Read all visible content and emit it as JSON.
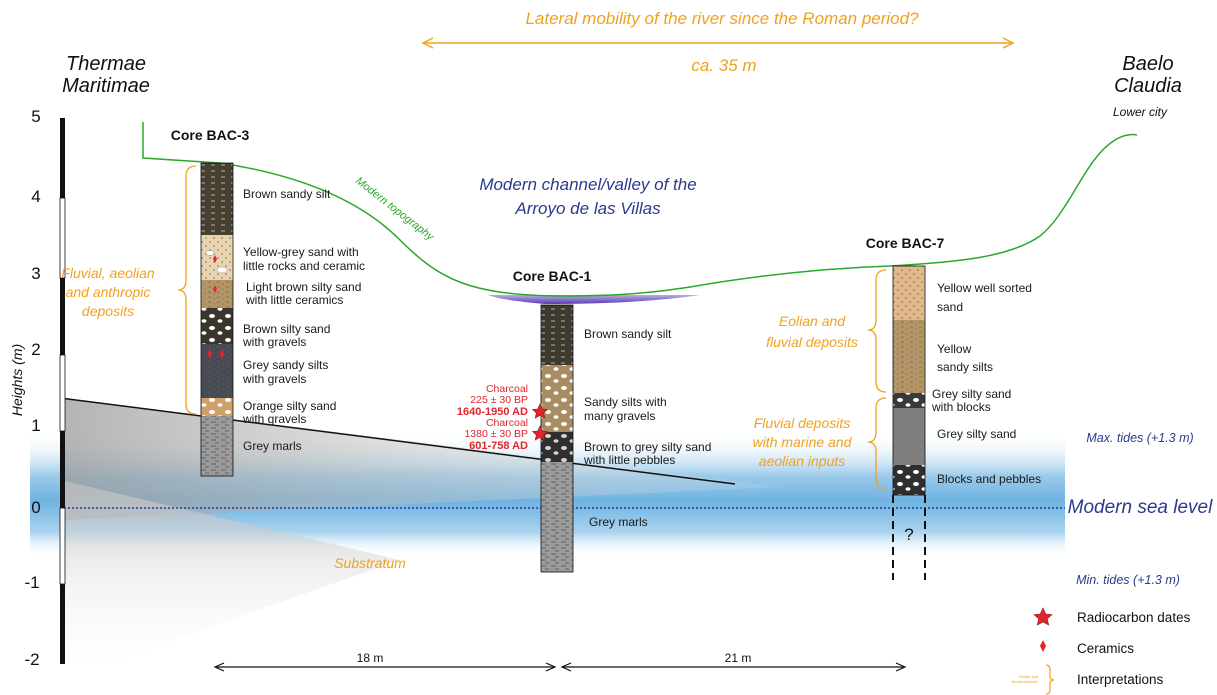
{
  "titles": {
    "lateral": "Lateral mobility of the river since the Roman period?",
    "lateral_dist": "ca. 35 m",
    "left_site": [
      "Thermae",
      "Maritimae"
    ],
    "right_site": [
      "Baelo",
      "Claudia"
    ],
    "right_sub": "Lower city",
    "channel": [
      "Modern channel/valley of the",
      "Arroyo de las Villas"
    ],
    "topography": "Modern topography",
    "substratum": "Substratum"
  },
  "axis": {
    "label": "Heights (m)",
    "ticks": [
      "5",
      "4",
      "3",
      "2",
      "1",
      "0",
      "-1",
      "-2"
    ]
  },
  "sea": {
    "modern": "Modern sea level",
    "max": "Max. tides (+1.3 m)",
    "min": "Min. tides (+1.3 m)"
  },
  "cores": {
    "bac3": {
      "title": "Core BAC-3",
      "layers": [
        [
          "Brown sandy silt"
        ],
        [
          "Yellow-grey sand with",
          "little rocks and ceramic"
        ],
        [
          "Light brown silty sand",
          "with little ceramics"
        ],
        [
          "Brown silty sand",
          "with gravels"
        ],
        [
          "Grey sandy silts",
          "with gravels"
        ],
        [
          "Orange silty sand",
          "with gravels"
        ],
        [
          "Grey marls"
        ]
      ],
      "interp": [
        "Fluvial, aeolian",
        "and anthropic",
        "deposits"
      ]
    },
    "bac1": {
      "title": "Core BAC-1",
      "layers": [
        [
          "Brown sandy silt"
        ],
        [
          "Sandy silts with",
          "many gravels"
        ],
        [
          "Brown to grey silty sand",
          "with little pebbles"
        ],
        [
          "Grey marls"
        ]
      ],
      "dates": [
        {
          "material": "Charcoal",
          "bp": "225 ± 30 BP",
          "ad": "1640-1950 AD"
        },
        {
          "material": "Charcoal",
          "bp": "1380 ± 30 BP",
          "ad": "601-758 AD"
        }
      ]
    },
    "bac7": {
      "title": "Core BAC-7",
      "layers": [
        [
          "Yellow well sorted",
          "sand"
        ],
        [
          "Yellow",
          "sandy silts"
        ],
        [
          "Grey silty sand",
          "with blocks"
        ],
        [
          "Grey silty sand"
        ],
        [
          "Blocks and pebbles"
        ]
      ],
      "interp_upper": [
        "Eolian and",
        "fluvial deposits"
      ],
      "interp_lower": [
        "Fluvial deposits",
        "with marine and",
        "aeolian inputs"
      ],
      "unknown": "?"
    }
  },
  "distances": {
    "d1": "18 m",
    "d2": "21 m"
  },
  "legend": {
    "radiocarbon": "Radiocarbon dates",
    "ceramics": "Ceramics",
    "interpretations": "Interpretations",
    "interp_sample": [
      "Eolian and",
      "fluvial deposits"
    ]
  },
  "colors": {
    "orange": "#f2a11f",
    "green": "#2aa82a",
    "sea_blue": "#7ab8e3",
    "navy": "#2b3a8c",
    "red": "#e0262c"
  }
}
